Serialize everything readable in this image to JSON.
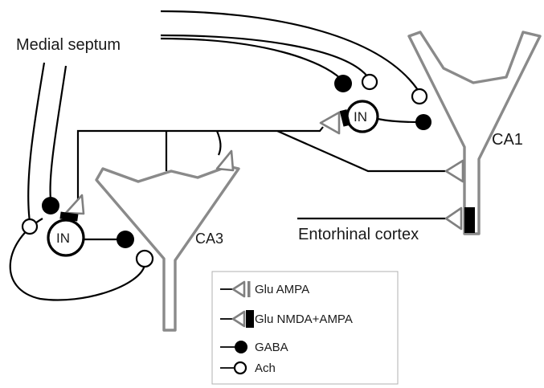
{
  "labels": {
    "medial_septum": "Medial septum",
    "ca1": "CA1",
    "ca3": "CA3",
    "entorhinal_cortex": "Entorhinal cortex",
    "interneuron_ca1": "IN",
    "interneuron_ca3": "IN"
  },
  "legend": {
    "items": [
      {
        "symbol": "glu-ampa",
        "label": "Glu AMPA"
      },
      {
        "symbol": "glu-nmda-ampa",
        "label": "Glu NMDA+AMPA"
      },
      {
        "symbol": "gaba",
        "label": "GABA"
      },
      {
        "symbol": "ach",
        "label": "Ach"
      }
    ]
  }
}
